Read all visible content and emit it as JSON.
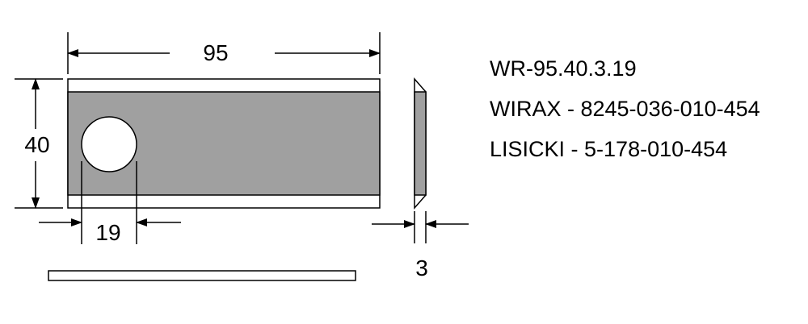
{
  "dimensions": {
    "length": "95",
    "width": "40",
    "hole_offset": "19",
    "thickness": "3"
  },
  "codes": [
    "WR-95.40.3.19",
    "WIRAX - 8245-036-010-454",
    "LISICKI - 5-178-010-454"
  ],
  "colors": {
    "blade_fill": "#a0a0a0",
    "outline": "#000000",
    "background": "#ffffff"
  }
}
